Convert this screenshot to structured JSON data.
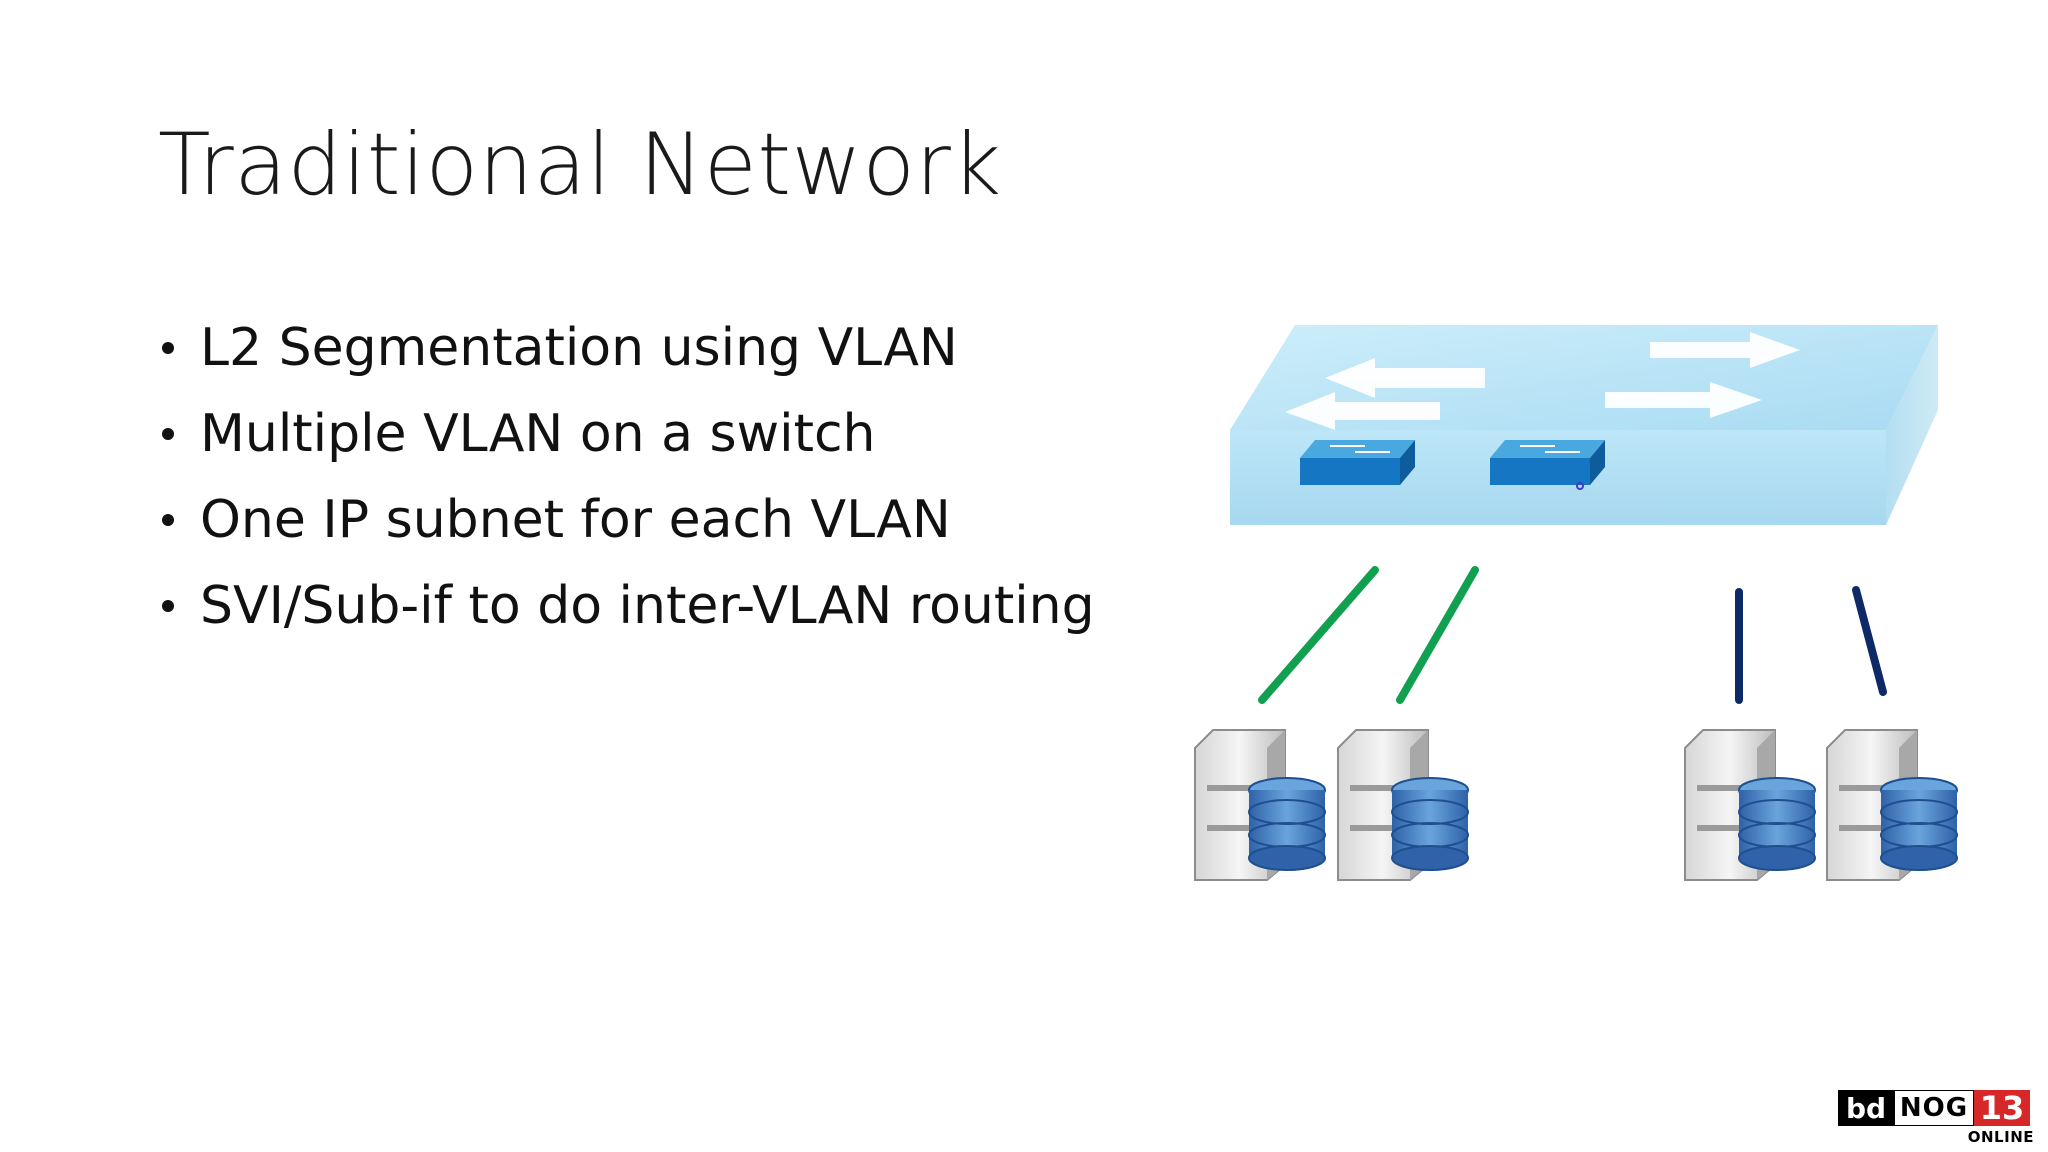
{
  "slide": {
    "title": "Traditional Network",
    "bullets": [
      "L2 Segmentation using VLAN",
      "Multiple VLAN on a switch",
      "One IP subnet for each VLAN",
      "SVI/Sub-if to do inter-VLAN routing"
    ]
  },
  "logo": {
    "bd": "bd",
    "nog": "NOG",
    "number": "13",
    "online": "ONLINE"
  },
  "colors": {
    "switch_body": "#bfe6f7",
    "mini_switch": "#1a88d0",
    "vlan_green": "#10a050",
    "vlan_navy": "#0e2a66",
    "logo_red": "#d62828"
  },
  "icons": [
    "switch-icon",
    "server-database-icon"
  ]
}
